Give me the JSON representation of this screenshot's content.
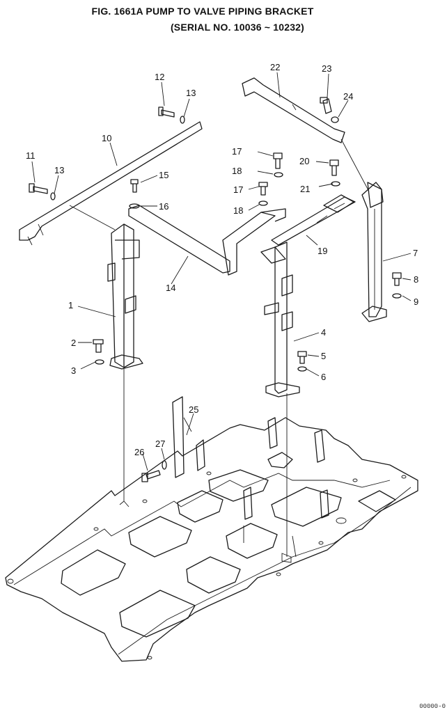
{
  "figure": {
    "title": "FIG. 1661A   PUMP TO VALVE PIPING BRACKET",
    "subtitle": "(SERIAL NO. 10036 ~ 10232)",
    "corner_code": "00000-0"
  },
  "parts": [
    {
      "key": "p1",
      "number": "1"
    },
    {
      "key": "p2",
      "number": "2"
    },
    {
      "key": "p3",
      "number": "3"
    },
    {
      "key": "p4",
      "number": "4"
    },
    {
      "key": "p5",
      "number": "5"
    },
    {
      "key": "p6",
      "number": "6"
    },
    {
      "key": "p7",
      "number": "7"
    },
    {
      "key": "p8",
      "number": "8"
    },
    {
      "key": "p9",
      "number": "9"
    },
    {
      "key": "p10",
      "number": "10"
    },
    {
      "key": "p11",
      "number": "11"
    },
    {
      "key": "p12",
      "number": "12"
    },
    {
      "key": "p13a",
      "number": "13"
    },
    {
      "key": "p13b",
      "number": "13"
    },
    {
      "key": "p14",
      "number": "14"
    },
    {
      "key": "p15",
      "number": "15"
    },
    {
      "key": "p16",
      "number": "16"
    },
    {
      "key": "p17a",
      "number": "17"
    },
    {
      "key": "p17b",
      "number": "17"
    },
    {
      "key": "p18a",
      "number": "18"
    },
    {
      "key": "p18b",
      "number": "18"
    },
    {
      "key": "p19",
      "number": "19"
    },
    {
      "key": "p20",
      "number": "20"
    },
    {
      "key": "p21",
      "number": "21"
    },
    {
      "key": "p22",
      "number": "22"
    },
    {
      "key": "p23",
      "number": "23"
    },
    {
      "key": "p24",
      "number": "24"
    },
    {
      "key": "p25",
      "number": "25"
    },
    {
      "key": "p26",
      "number": "26"
    },
    {
      "key": "p27",
      "number": "27"
    }
  ]
}
